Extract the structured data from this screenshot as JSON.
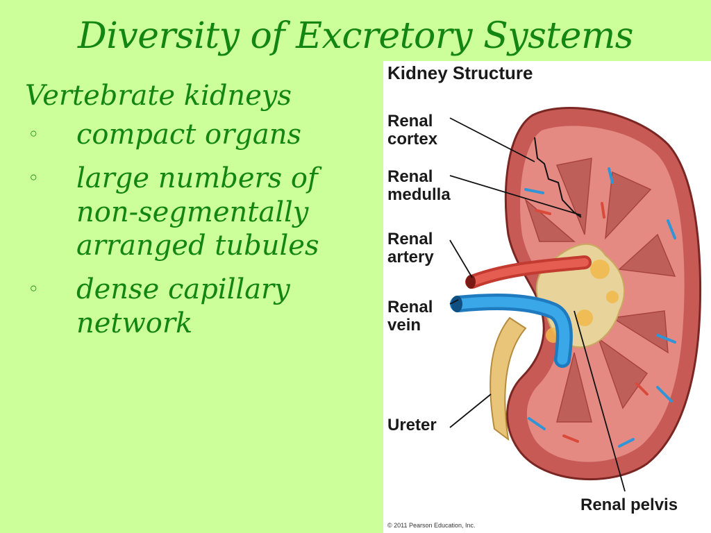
{
  "slide": {
    "title": "Diversity of Excretory Systems",
    "heading": "Vertebrate kidneys",
    "bullet_marker": "◦",
    "bullets": [
      "compact organs",
      "large numbers of non-segmentally arranged tubules",
      "dense capillary network"
    ]
  },
  "figure": {
    "title": "Kidney Structure",
    "labels": {
      "cortex": [
        "Renal",
        "cortex"
      ],
      "medulla": [
        "Renal",
        "medulla"
      ],
      "artery": [
        "Renal",
        "artery"
      ],
      "vein": [
        "Renal",
        "vein"
      ],
      "ureter": "Ureter",
      "pelvis": "Renal pelvis"
    },
    "copyright": "© 2011 Pearson Education, Inc."
  },
  "colors": {
    "background": "#ccff99",
    "text": "#128512",
    "artery": "#d94a3a",
    "vein": "#2f95d6",
    "cortex": "#cf6f6a",
    "pelvis": "#e8d39b"
  }
}
